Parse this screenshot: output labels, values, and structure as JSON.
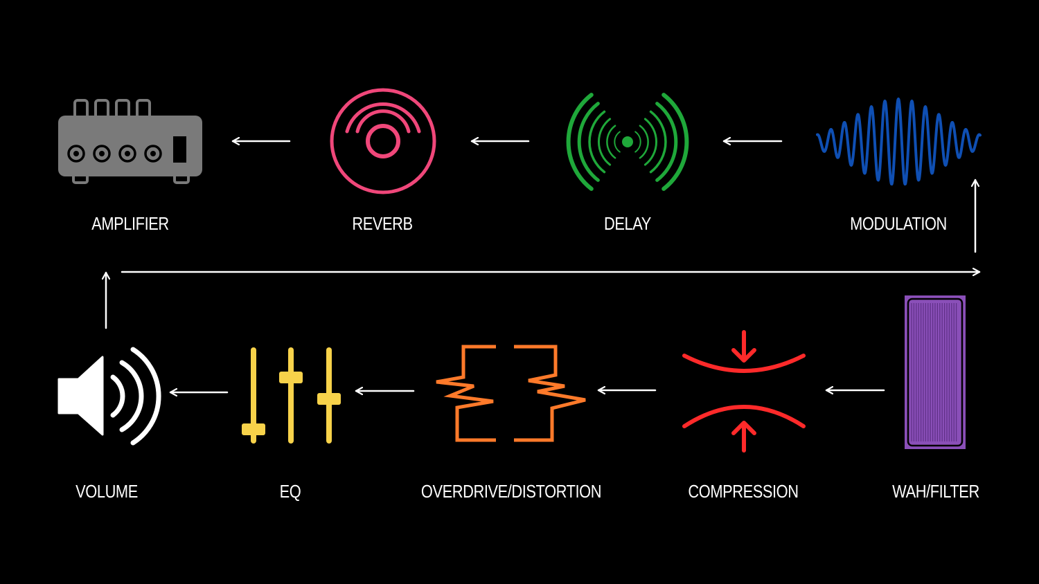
{
  "colors": {
    "background": "#000000",
    "text": "#ffffff",
    "arrow": "#ffffff",
    "amplifier": "#7a7a7a",
    "reverb": "#f0477a",
    "delay": "#1fa83a",
    "modulation": "#0f4fb3",
    "wah_filter": "#8a4fb8",
    "compression": "#ff2a2a",
    "overdrive": "#ff7a2a",
    "eq": "#f7d24a",
    "volume": "#ffffff"
  },
  "stages": {
    "amplifier": {
      "label": "AMPLIFIER",
      "icon": "amplifier-head-icon"
    },
    "reverb": {
      "label": "REVERB",
      "icon": "reverb-rings-icon"
    },
    "delay": {
      "label": "DELAY",
      "icon": "delay-waves-icon"
    },
    "modulation": {
      "label": "MODULATION",
      "icon": "modulation-wave-icon"
    },
    "wah_filter": {
      "label": "WAH/FILTER",
      "icon": "wah-pedal-icon"
    },
    "compression": {
      "label": "COMPRESSION",
      "icon": "compression-arrows-icon"
    },
    "overdrive": {
      "label": "OVERDRIVE/DISTORTION",
      "icon": "overdrive-zigzag-icon"
    },
    "eq": {
      "label": "EQ",
      "icon": "eq-sliders-icon"
    },
    "volume": {
      "label": "VOLUME",
      "icon": "speaker-volume-icon"
    }
  }
}
